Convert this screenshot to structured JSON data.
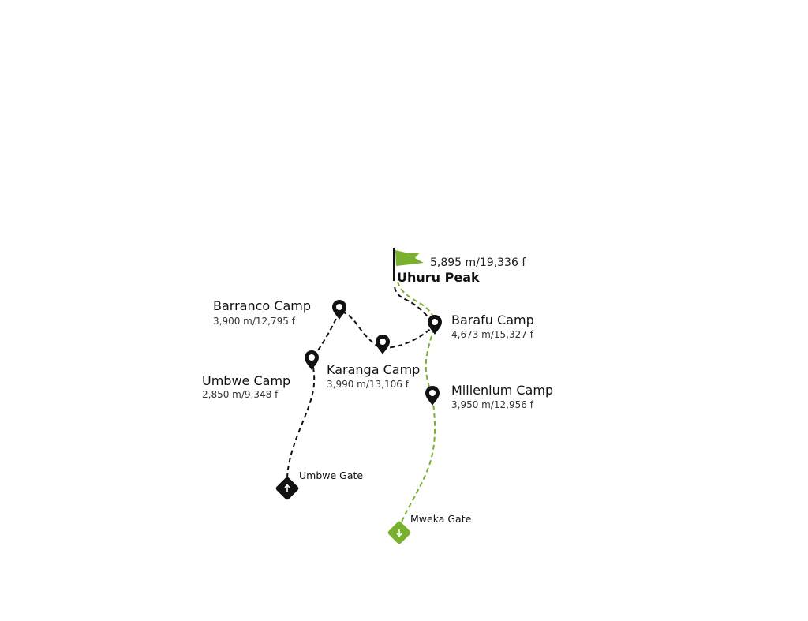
{
  "colors": {
    "ascent": "#111111",
    "descent": "#7ab030",
    "background": "#ffffff"
  },
  "summit": {
    "name": "Uhuru Peak",
    "elevation": "5,895 m/19,336 f",
    "icon": "flag-icon"
  },
  "camps": [
    {
      "name": "Barranco Camp",
      "elevation": "3,900 m/12,795 f",
      "icon": "map-pin-icon"
    },
    {
      "name": "Umbwe Camp",
      "elevation": "2,850 m/9,348 f",
      "icon": "map-pin-icon"
    },
    {
      "name": "Karanga Camp",
      "elevation": "3,990 m/13,106 f",
      "icon": "map-pin-icon"
    },
    {
      "name": "Barafu Camp",
      "elevation": "4,673 m/15,327 f",
      "icon": "map-pin-icon"
    },
    {
      "name": "Millenium Camp",
      "elevation": "3,950 m/12,956 f",
      "icon": "map-pin-icon"
    }
  ],
  "gates": {
    "start": {
      "name": "Umbwe Gate",
      "icon": "arrow-up-icon"
    },
    "end": {
      "name": "Mweka Gate",
      "icon": "arrow-down-icon"
    }
  }
}
